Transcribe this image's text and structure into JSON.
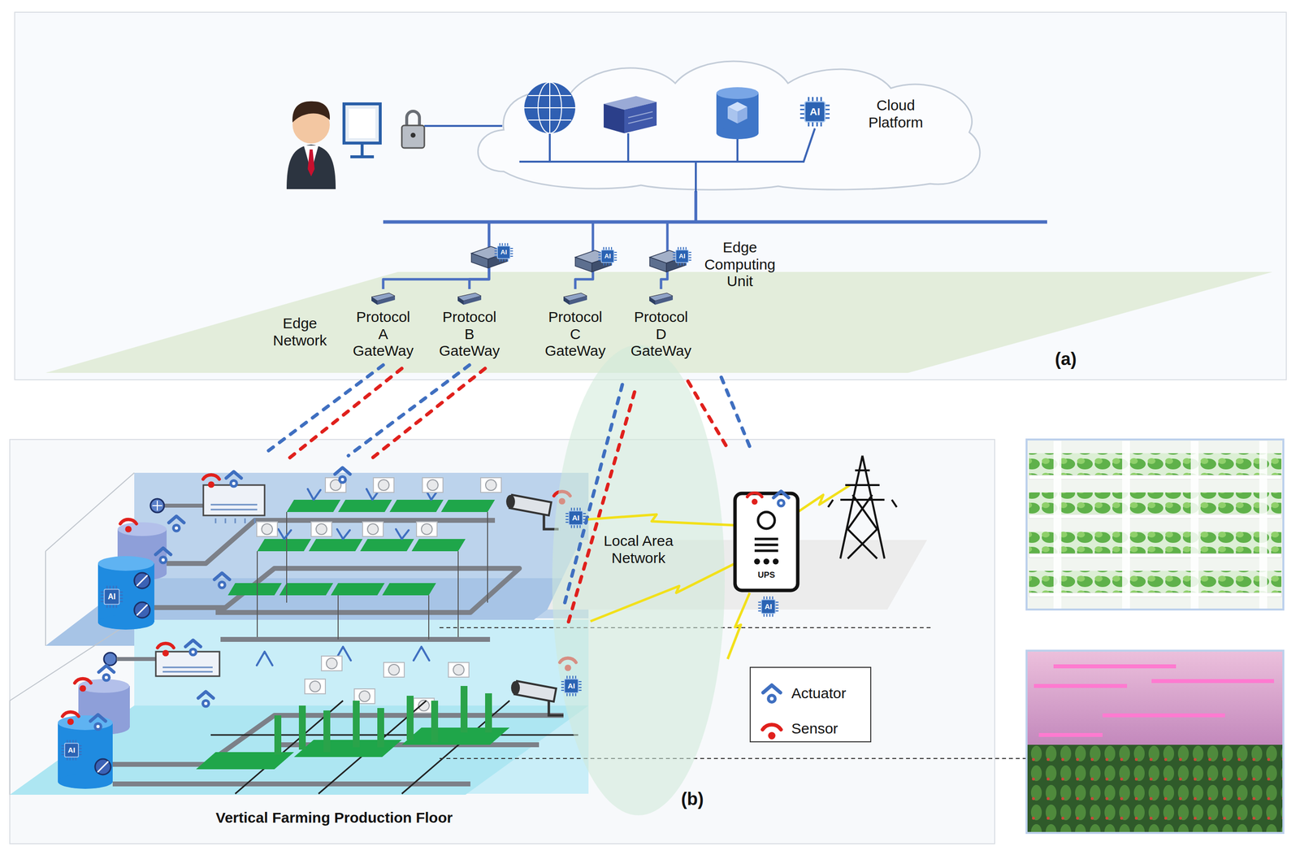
{
  "diagram": {
    "nodes": [
      {
        "text": [
          "Cloud Platform"
        ]
      },
      {
        "text": [
          "Edge Network"
        ]
      },
      {
        "text": [
          "Protocol A GateWay"
        ],
        "in": 1
      },
      {
        "text": [
          "Protocol B GateWay"
        ],
        "in": 1
      },
      {
        "text": [
          "Protocol C GateWay"
        ],
        "in": 1
      },
      {
        "text": [
          "Protocol D GateWay"
        ],
        "in": 1
      },
      {
        "text": [
          "Local Area Network"
        ]
      },
      {
        "text": [
          "Vertical Farming Production Floor"
        ]
      }
    ],
    "edges": [
      {
        "from": 0,
        "to": 2,
        "arrow": "none"
      },
      {
        "from": 0,
        "to": 3,
        "arrow": "none"
      },
      {
        "from": 0,
        "to": 4,
        "arrow": "none"
      },
      {
        "from": 0,
        "to": 5,
        "arrow": "none"
      }
    ],
    "labels": [
      "Edge Computing Unit",
      "(a)",
      "(b)",
      "UPS",
      "AI",
      "AI",
      "AI",
      "AI",
      "AI",
      "AI",
      "AI",
      "AI",
      "AI"
    ],
    "legend": [
      {
        "text": "Actuator"
      },
      {
        "text": "Sensor"
      }
    ]
  }
}
